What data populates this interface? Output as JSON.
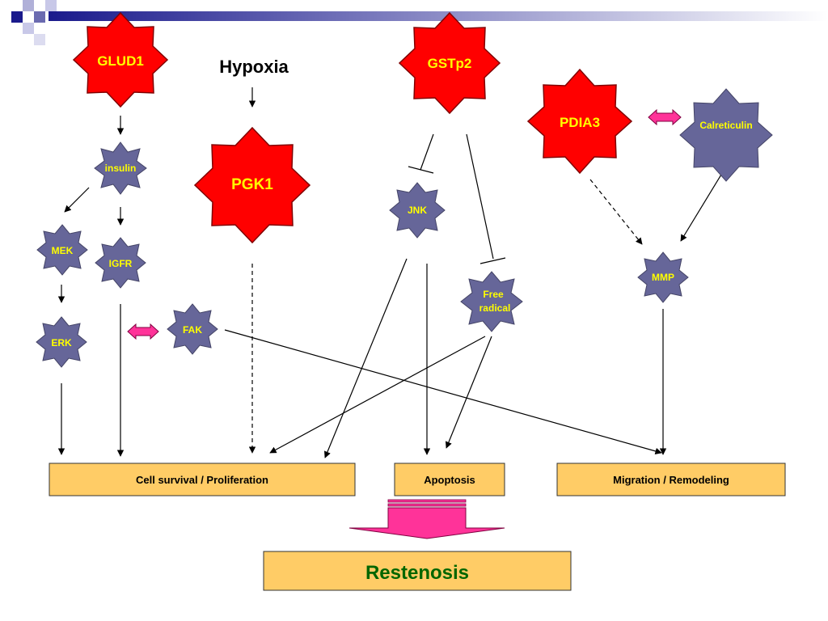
{
  "colors": {
    "red_star": "#ff0000",
    "blue_star": "#666699",
    "yellow_text": "#ffff00",
    "outcome_box": "#ffcc66",
    "outcome_green_text": "#006600",
    "pink_arrow": "#ff3399",
    "banner_dark": "#1a1a8c",
    "banner_light": "#c8c8e8"
  },
  "nodes": {
    "glud1": "GLUD1",
    "gstp2": "GSTp2",
    "pgk1": "PGK1",
    "pdia3": "PDIA3",
    "hypoxia": "Hypoxia",
    "insulin": "insulin",
    "mek": "MEK",
    "igfr": "IGFR",
    "erk": "ERK",
    "fak": "FAK",
    "jnk": "JNK",
    "free_radical_line1": "Free",
    "free_radical_line2": "radical",
    "calreticulin": "Calreticulin",
    "mmp": "MMP"
  },
  "outcomes": {
    "cell_survival": "Cell survival / Proliferation",
    "apoptosis": "Apoptosis",
    "migration": "Migration / Remodeling",
    "restenosis": "Restenosis"
  }
}
